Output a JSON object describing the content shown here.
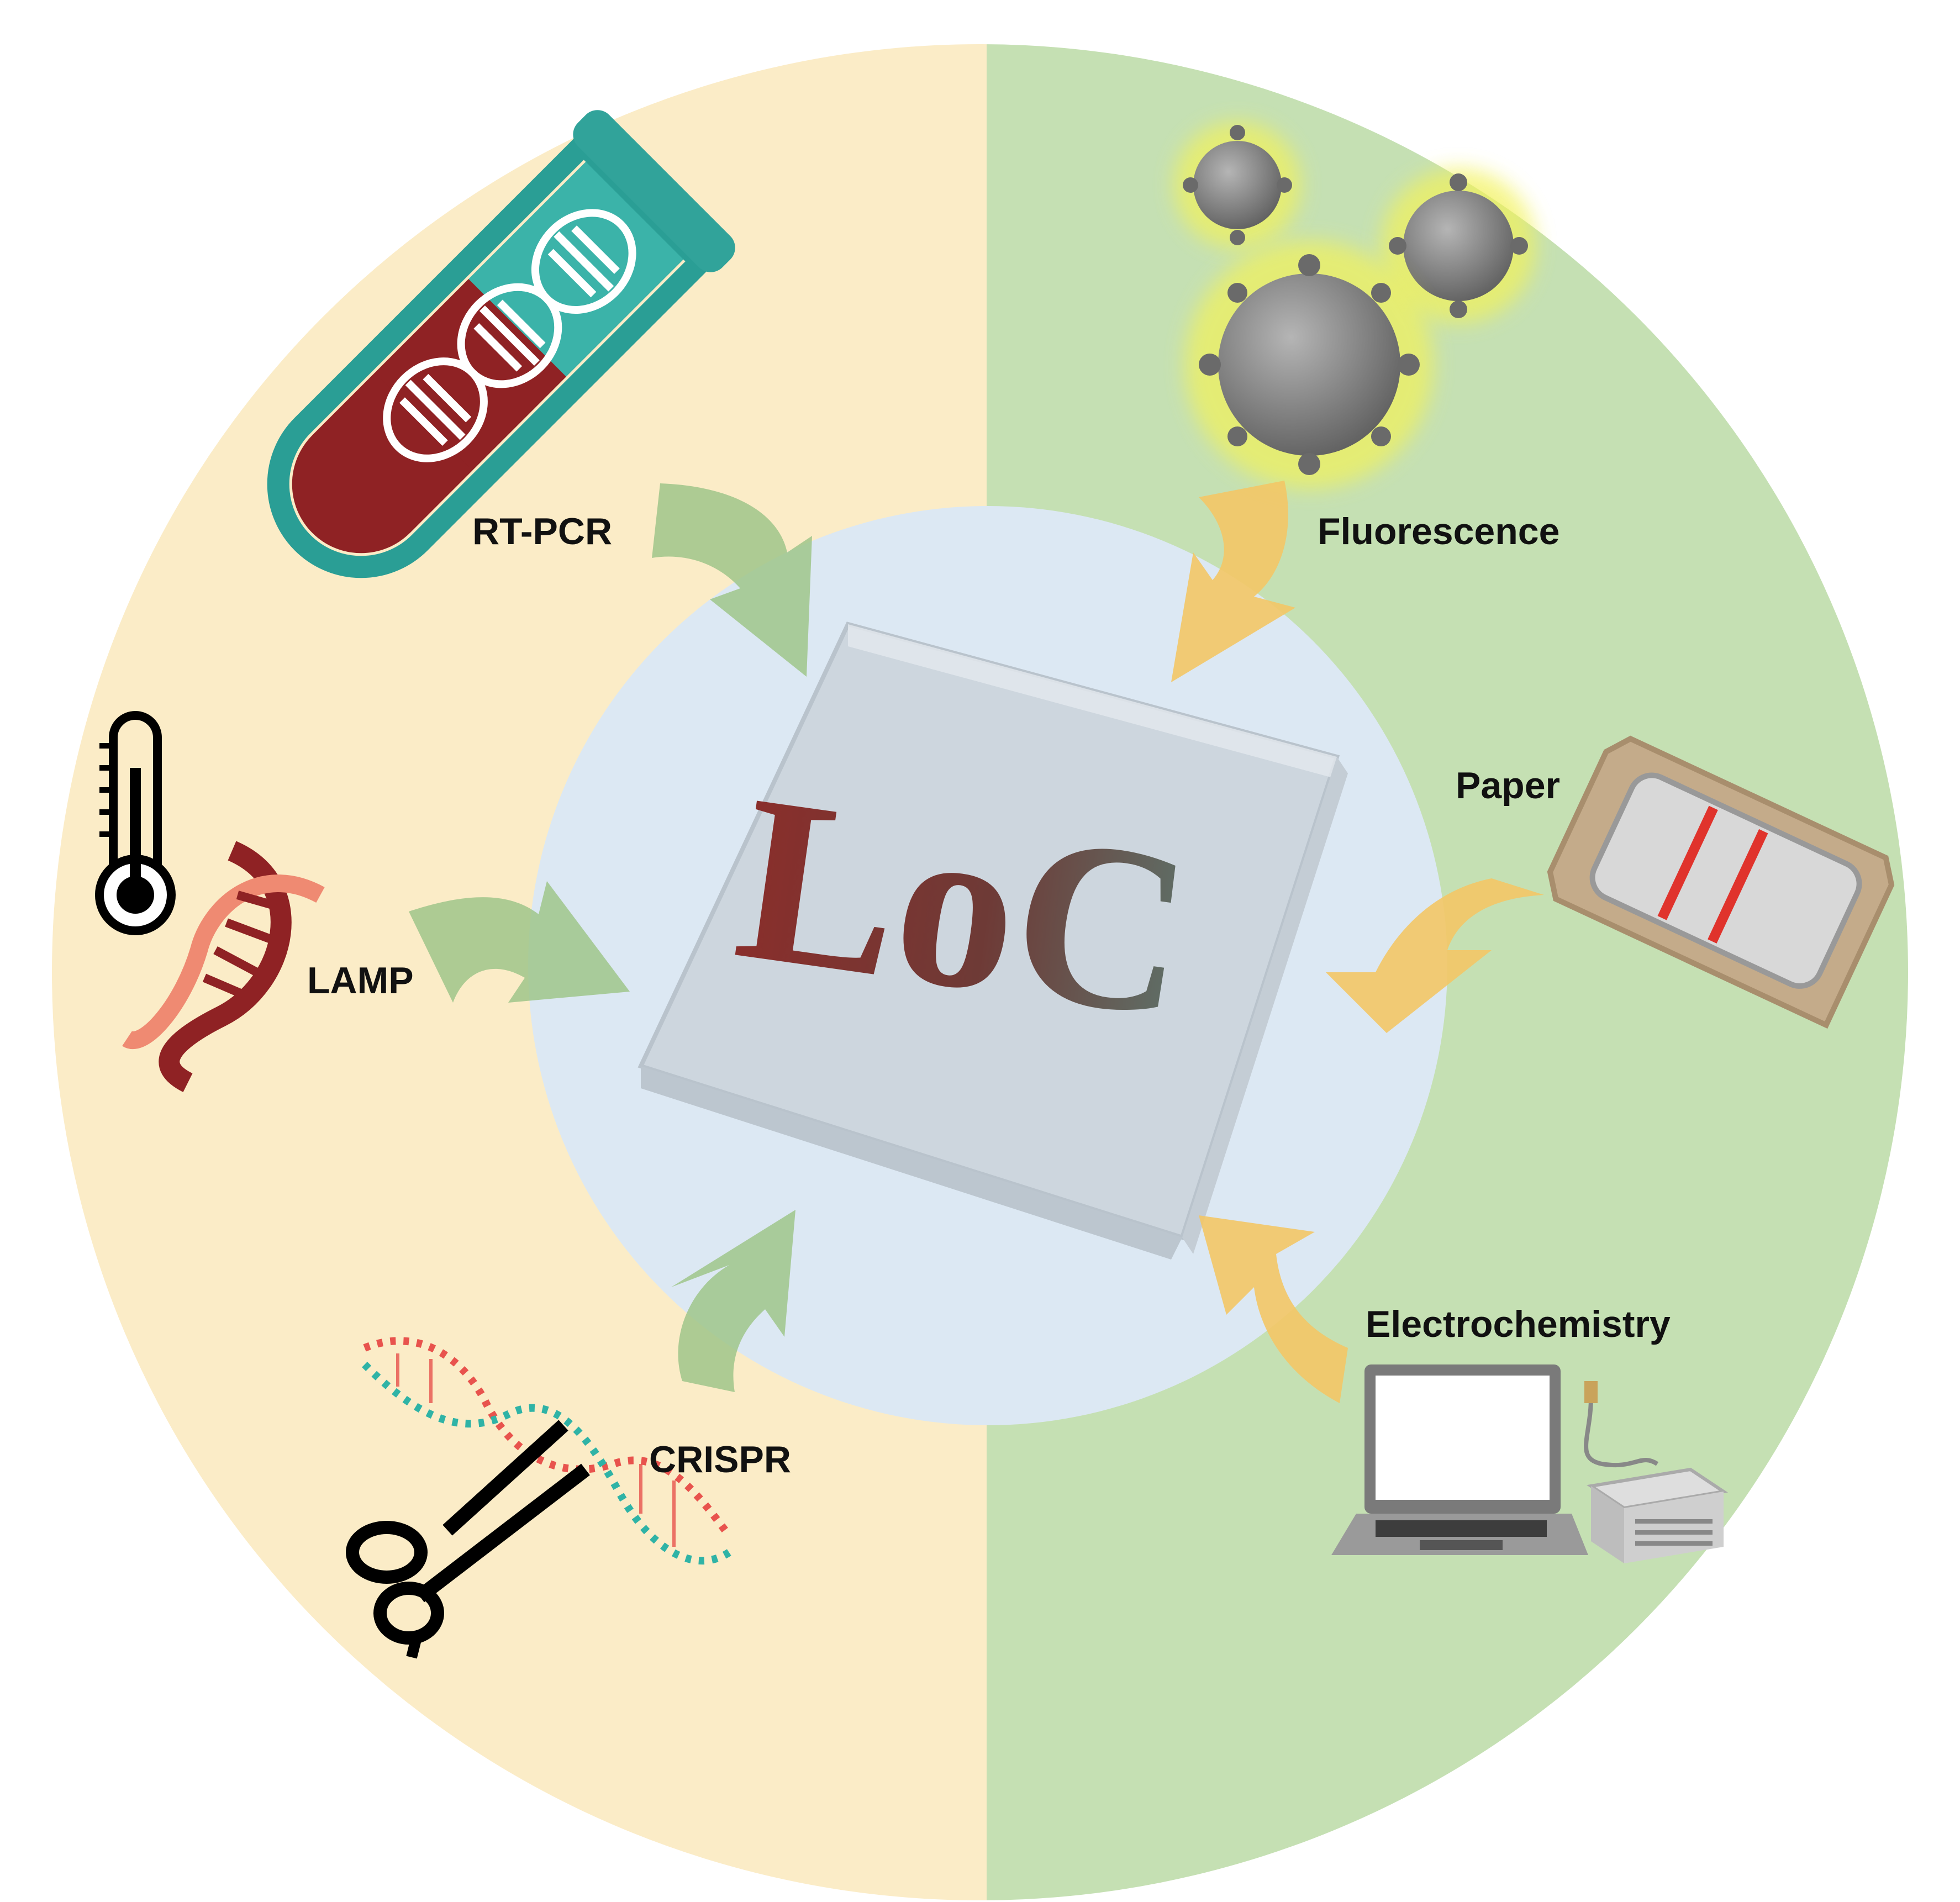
{
  "diagram": {
    "center": {
      "text": "LoC"
    },
    "left_half": {
      "color": "#fbecc7",
      "methods": [
        {
          "label": "RT-PCR",
          "icon": "test-tube-dna-icon"
        },
        {
          "label": "LAMP",
          "icon": "thermometer-dna-icon"
        },
        {
          "label": "CRISPR",
          "icon": "scissors-dna-icon"
        }
      ],
      "arrow_color": "#9fc58a"
    },
    "right_half": {
      "color": "#c5e0b3",
      "methods": [
        {
          "label": "Fluorescence",
          "icon": "virus-icon"
        },
        {
          "label": "Paper",
          "icon": "test-strip-icon"
        },
        {
          "label": "Electrochemistry",
          "icon": "laptop-potentiostat-icon"
        }
      ],
      "arrow_color": "#f3c766"
    },
    "inner_circle_color": "#dce8f3",
    "center_letter_colors": [
      "#8a2e2b",
      "#5e7068"
    ]
  }
}
